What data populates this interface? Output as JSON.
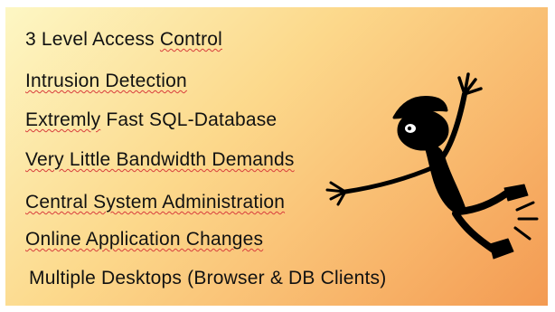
{
  "features": {
    "item_0": {
      "before": "3 Level Access ",
      "flagged": "Control",
      "after": ""
    },
    "item_1": {
      "before": "",
      "flagged": "Intrusion",
      "after": " Detection"
    },
    "item_2": {
      "before": "",
      "flagged": "Extremly",
      "after": " Fast SQL-Database"
    },
    "item_3": {
      "before": "Very Little Bandwidth Demands",
      "flagged": "",
      "after": ""
    },
    "item_4": {
      "before": "Central System Administration",
      "flagged": "",
      "after": ""
    },
    "item_5": {
      "before": "Online Application Changes",
      "flagged": "",
      "after": ""
    },
    "item_6": {
      "before": "Multiple Desktops (Browser & DB Clients)",
      "flagged": "",
      "after": ""
    }
  },
  "illustration": {
    "icon": "waving-stick-figure-icon",
    "color": "#000000"
  },
  "colors": {
    "gradient_start": "#fdf7c4",
    "gradient_end": "#f39a52",
    "text": "#111111",
    "spellcheck_underline": "#d83c3c"
  }
}
